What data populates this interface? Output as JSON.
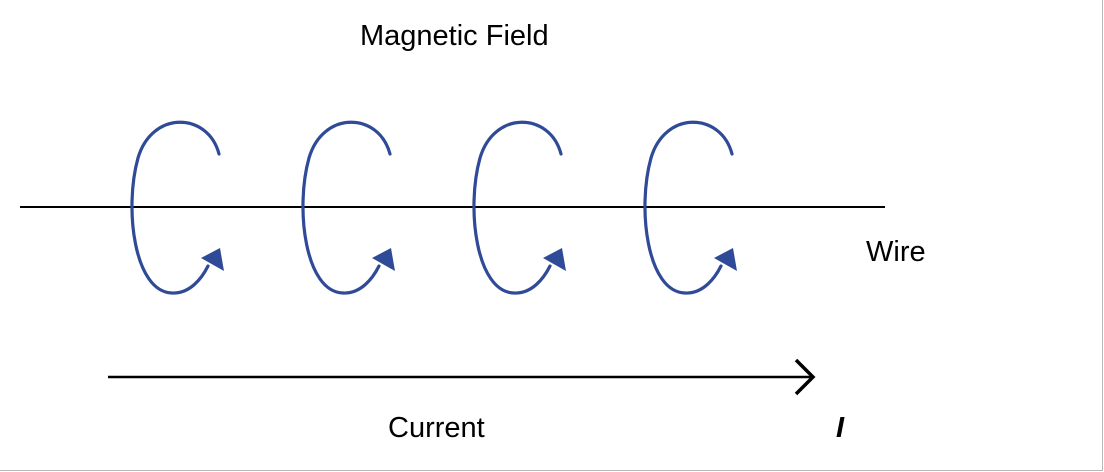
{
  "diagram": {
    "title": "Magnetic Field",
    "wire_label": "Wire",
    "current_label": "Current",
    "current_symbol": "I",
    "field_loop_count": 4,
    "colors": {
      "field_loop": "#2f4a96",
      "wire": "#000000",
      "current_arrow": "#000000",
      "text": "#000000"
    }
  }
}
